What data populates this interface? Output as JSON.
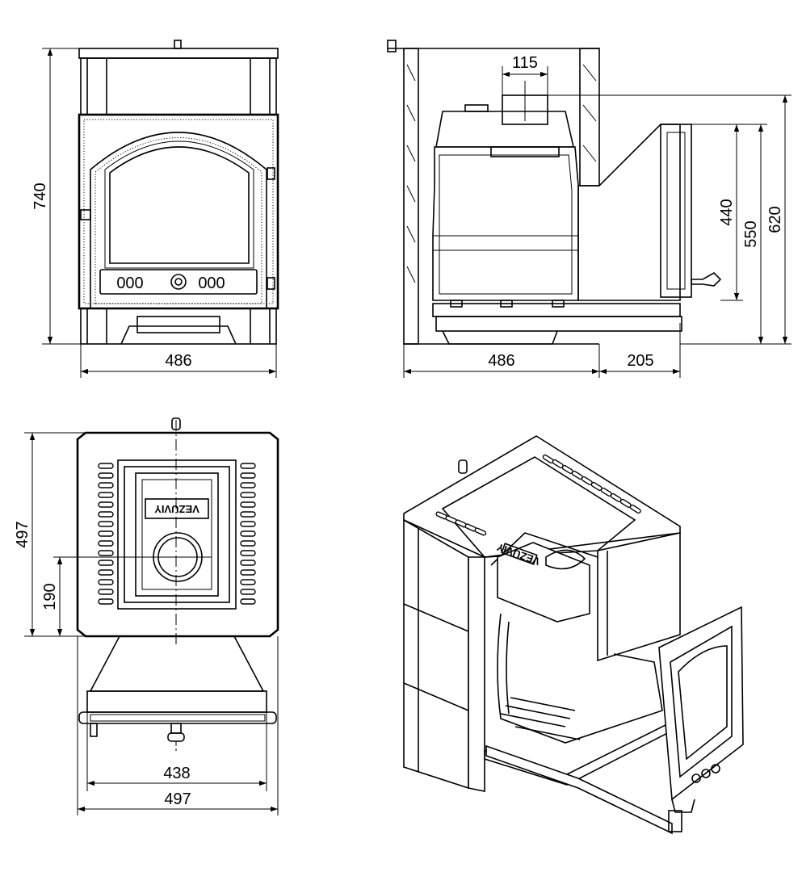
{
  "front_view": {
    "height_label": "740",
    "width_label": "486",
    "door_marking_left": "000",
    "door_marking_right": "000"
  },
  "side_view": {
    "flue_width_label": "115",
    "depth_label": "486",
    "door_protrusion_label": "205",
    "door_height_label": "440",
    "door_top_label": "550",
    "flue_top_label": "620"
  },
  "top_view": {
    "depth_label": "497",
    "flue_offset_label": "190",
    "hood_width_label": "438",
    "overall_width_label": "497",
    "brand_marking": "VEZUVIY"
  },
  "iso_view": {
    "brand_marking": "VEZUVIY"
  }
}
